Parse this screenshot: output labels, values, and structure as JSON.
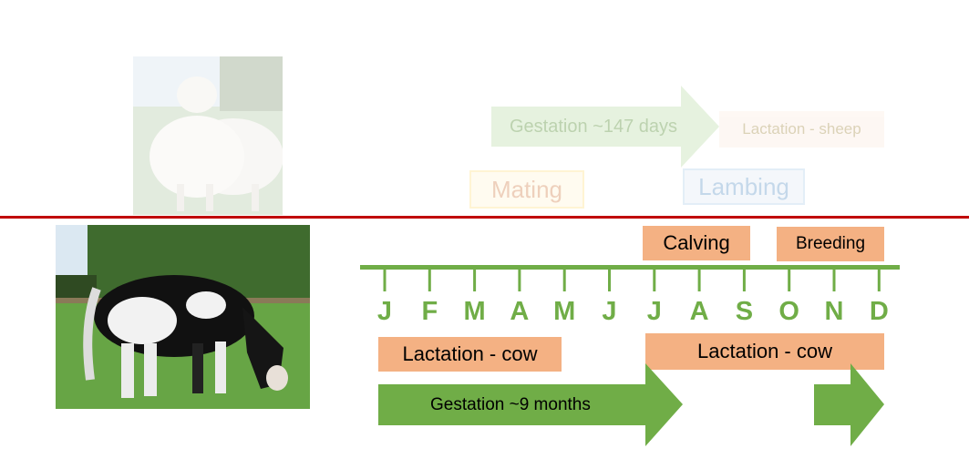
{
  "sheep_section": {
    "gestation_label": "Gestation ~147 days",
    "lactation_label": "Lactation - sheep",
    "mating_label": "Mating",
    "lambing_label": "Lambing"
  },
  "cow_section": {
    "calving_label": "Calving",
    "breeding_label": "Breeding",
    "lactation_label_1": "Lactation - cow",
    "lactation_label_2": "Lactation - cow",
    "gestation_label": "Gestation ~9 months"
  },
  "timeline": {
    "months": [
      "J",
      "F",
      "M",
      "A",
      "M",
      "J",
      "J",
      "A",
      "S",
      "O",
      "N",
      "D"
    ]
  },
  "colors": {
    "month_green": "#70ad47",
    "arrow_green": "#70ad47",
    "orange_box": "#f4b183",
    "divider_red": "#c00000"
  }
}
